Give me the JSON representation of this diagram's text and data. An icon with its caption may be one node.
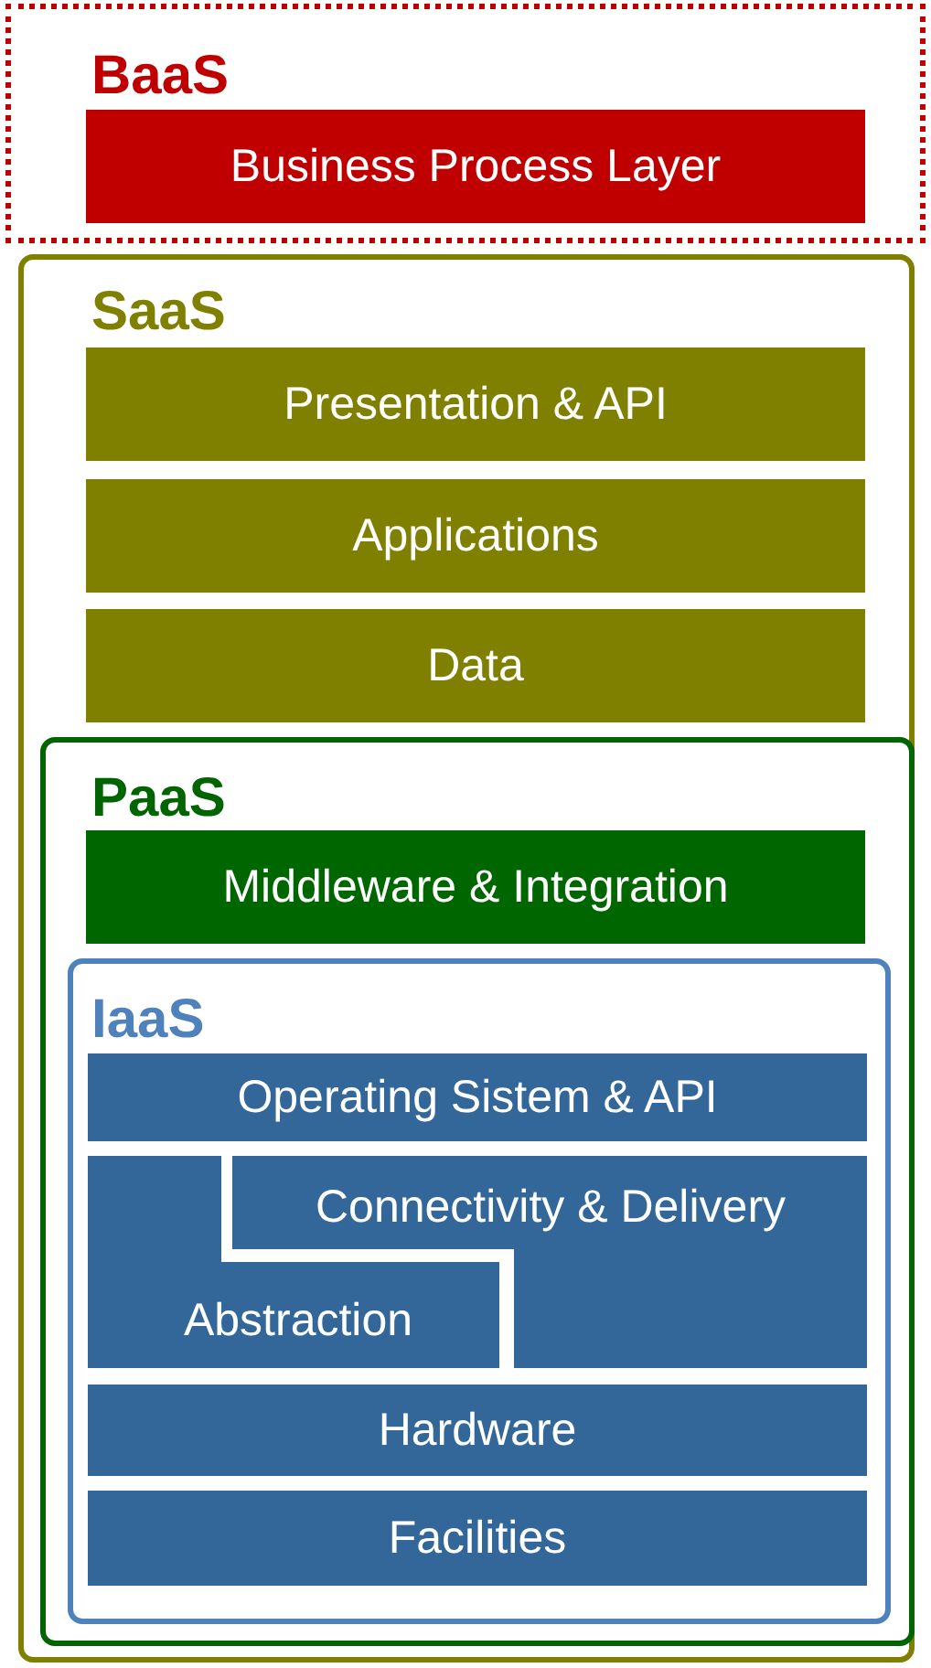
{
  "diagram": {
    "nodes": [
      {
        "text": [
          "BaaS"
        ]
      },
      {
        "text": [
          "Business Process Layer"
        ],
        "in": 0
      },
      {
        "text": [
          "SaaS"
        ]
      },
      {
        "text": [
          "Presentation & API"
        ],
        "in": 2
      },
      {
        "text": [
          "Applications"
        ],
        "in": 2
      },
      {
        "text": [
          "Data"
        ],
        "in": 2
      },
      {
        "text": [
          "PaaS"
        ],
        "in": 2
      },
      {
        "text": [
          "Middleware & Integration"
        ],
        "in": 6
      },
      {
        "text": [
          "IaaS"
        ],
        "in": 6
      },
      {
        "text": [
          "Operating Sistem & API"
        ],
        "in": 8
      },
      {
        "text": [
          "Connectivity & Delivery"
        ],
        "in": 8
      },
      {
        "text": [
          "Abstraction"
        ],
        "in": 8
      },
      {
        "text": [
          "Hardware"
        ],
        "in": 8
      },
      {
        "text": [
          "Facilities"
        ],
        "in": 8
      }
    ],
    "edges": []
  }
}
